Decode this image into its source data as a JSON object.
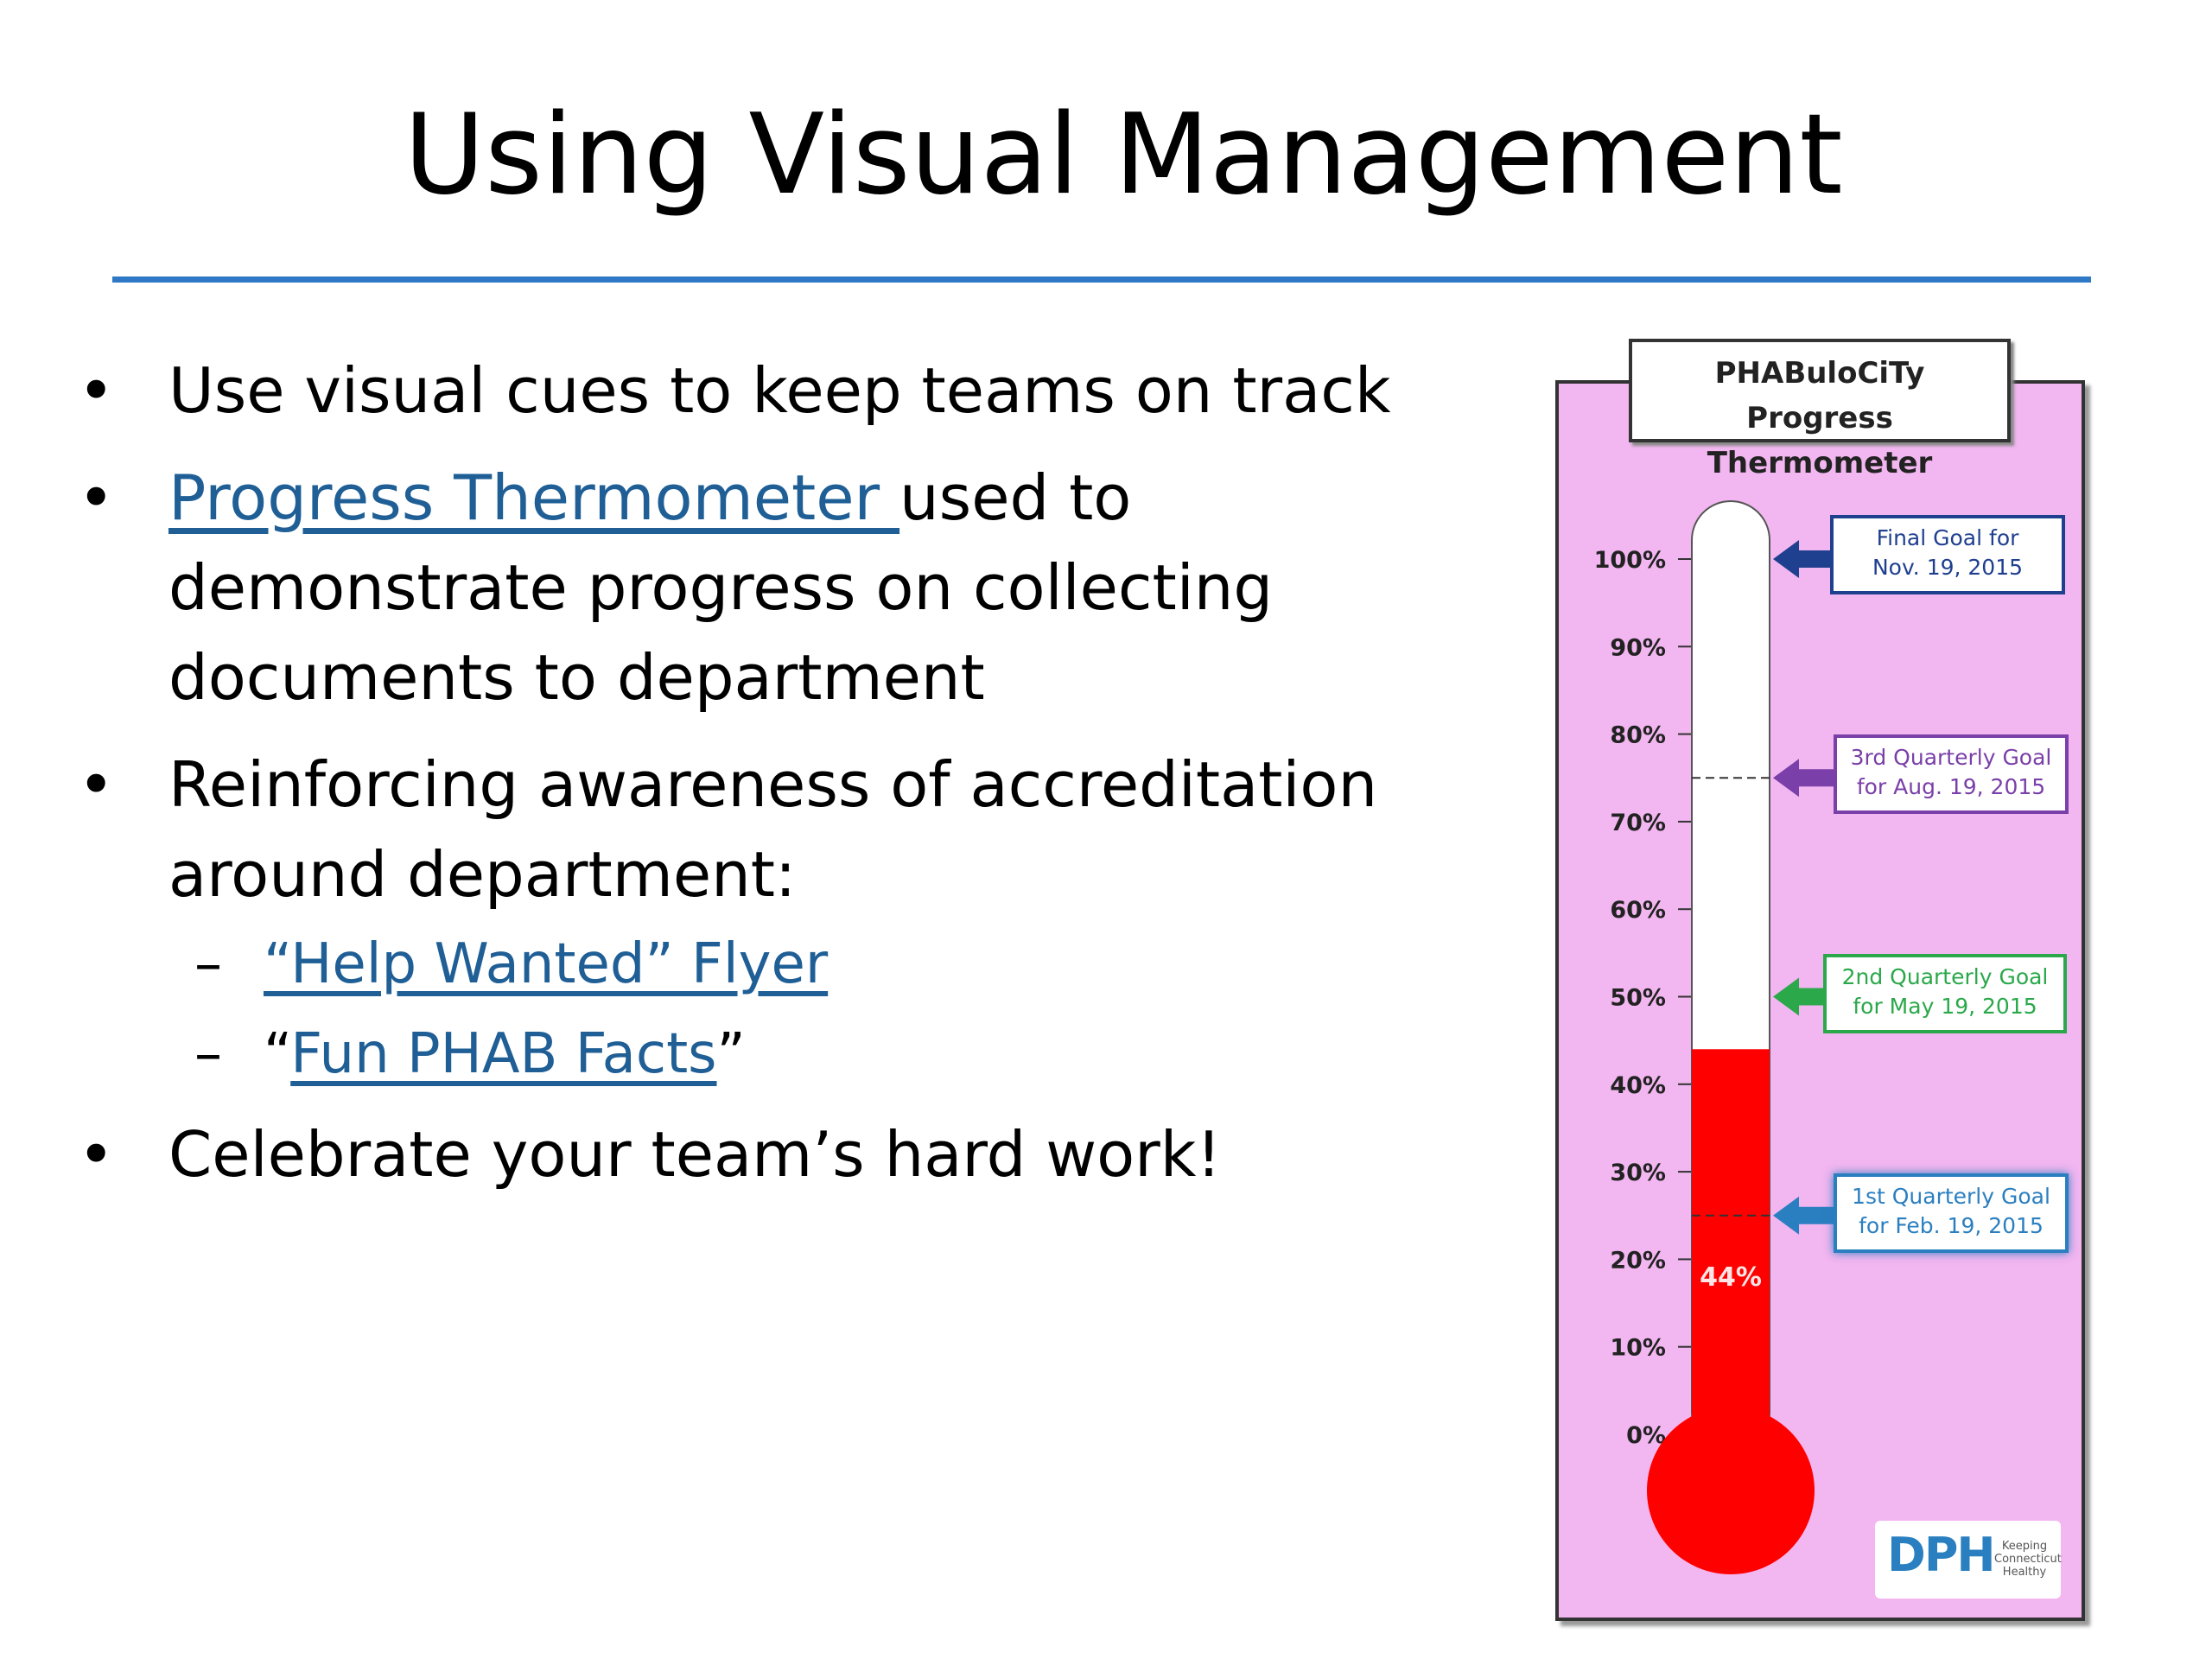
{
  "slide": {
    "title": "Using Visual Management"
  },
  "bullets": {
    "b1": "Use visual cues to keep teams on track",
    "b2_link": "Progress Thermometer ",
    "b2_rest_1": "used to",
    "b2_rest_2": "demonstrate progress on collecting",
    "b2_rest_3": "documents to department",
    "b3_line1": "Reinforcing awareness of accreditation",
    "b3_line2": "around department:",
    "sub1_link": "“Help Wanted” Flyer",
    "sub2_open": "“",
    "sub2_link": "Fun PHAB Facts",
    "sub2_close": "”",
    "b4": "Celebrate your team’s hard work!",
    "bullet_glyph": "•",
    "dash_glyph": "–"
  },
  "thermometer": {
    "title_line1": "PHABuloCiTy",
    "title_line2": "Progress Thermometer",
    "progress_percent": 44,
    "progress_label": "44%",
    "ticks": [
      "0%",
      "10%",
      "20%",
      "30%",
      "40%",
      "50%",
      "60%",
      "70%",
      "80%",
      "90%",
      "100%"
    ],
    "goals": {
      "final": {
        "line1": "Final Goal for",
        "line2": "Nov. 19, 2015",
        "percent": 100,
        "color": "#1f3f8f"
      },
      "q3": {
        "line1": "3rd Quarterly Goal",
        "line2": "for Aug. 19, 2015",
        "percent": 75,
        "color": "#7a3fa8"
      },
      "q2": {
        "line1": "2nd Quarterly Goal",
        "line2": "for May 19, 2015",
        "percent": 50,
        "color": "#2aa84a"
      },
      "q1": {
        "line1": "1st Quarterly Goal",
        "line2": "for Feb. 19, 2015",
        "percent": 25,
        "color": "#2a7fc0"
      }
    },
    "fill_color": "#ff0000",
    "panel_color": "#f2b6f0"
  },
  "logo": {
    "text": "DPH",
    "tagline": "Keeping Connecticut Healthy"
  }
}
